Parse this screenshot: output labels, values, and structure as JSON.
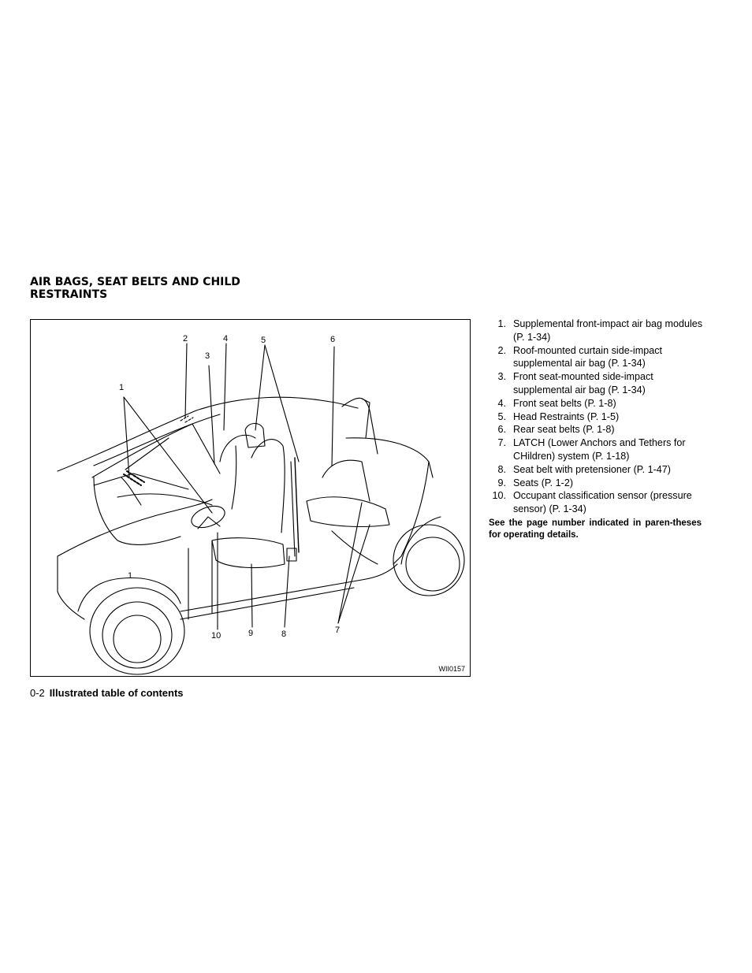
{
  "section_title": "AIR BAGS, SEAT BELTS AND CHILD RESTRAINTS",
  "figure": {
    "code": "WII0157",
    "callouts": [
      "1",
      "2",
      "3",
      "4",
      "5",
      "6",
      "7",
      "8",
      "9",
      "10",
      "1"
    ]
  },
  "items": [
    {
      "num": "1.",
      "text": "Supplemental front-impact air bag modules (P. 1-34)"
    },
    {
      "num": "2.",
      "text": "Roof-mounted curtain side-impact supplemental air bag (P. 1-34)"
    },
    {
      "num": "3.",
      "text": "Front seat-mounted side-impact supplemental air bag (P. 1-34)"
    },
    {
      "num": "4.",
      "text": "Front seat belts (P. 1-8)"
    },
    {
      "num": "5.",
      "text": "Head Restraints (P. 1-5)"
    },
    {
      "num": "6.",
      "text": "Rear seat belts (P. 1-8)"
    },
    {
      "num": "7.",
      "text": "LATCH (Lower Anchors and Tethers for CHildren) system (P. 1-18)"
    },
    {
      "num": "8.",
      "text": "Seat belt with pretensioner (P. 1-47)"
    },
    {
      "num": "9.",
      "text": "Seats (P. 1-2)"
    },
    {
      "num": "10.",
      "text": "Occupant classification sensor (pressure sensor) (P. 1-34)"
    }
  ],
  "note": "See the page number indicated in paren-theses for operating details.",
  "footer": {
    "page_number": "0-2",
    "title": "Illustrated table of contents"
  }
}
